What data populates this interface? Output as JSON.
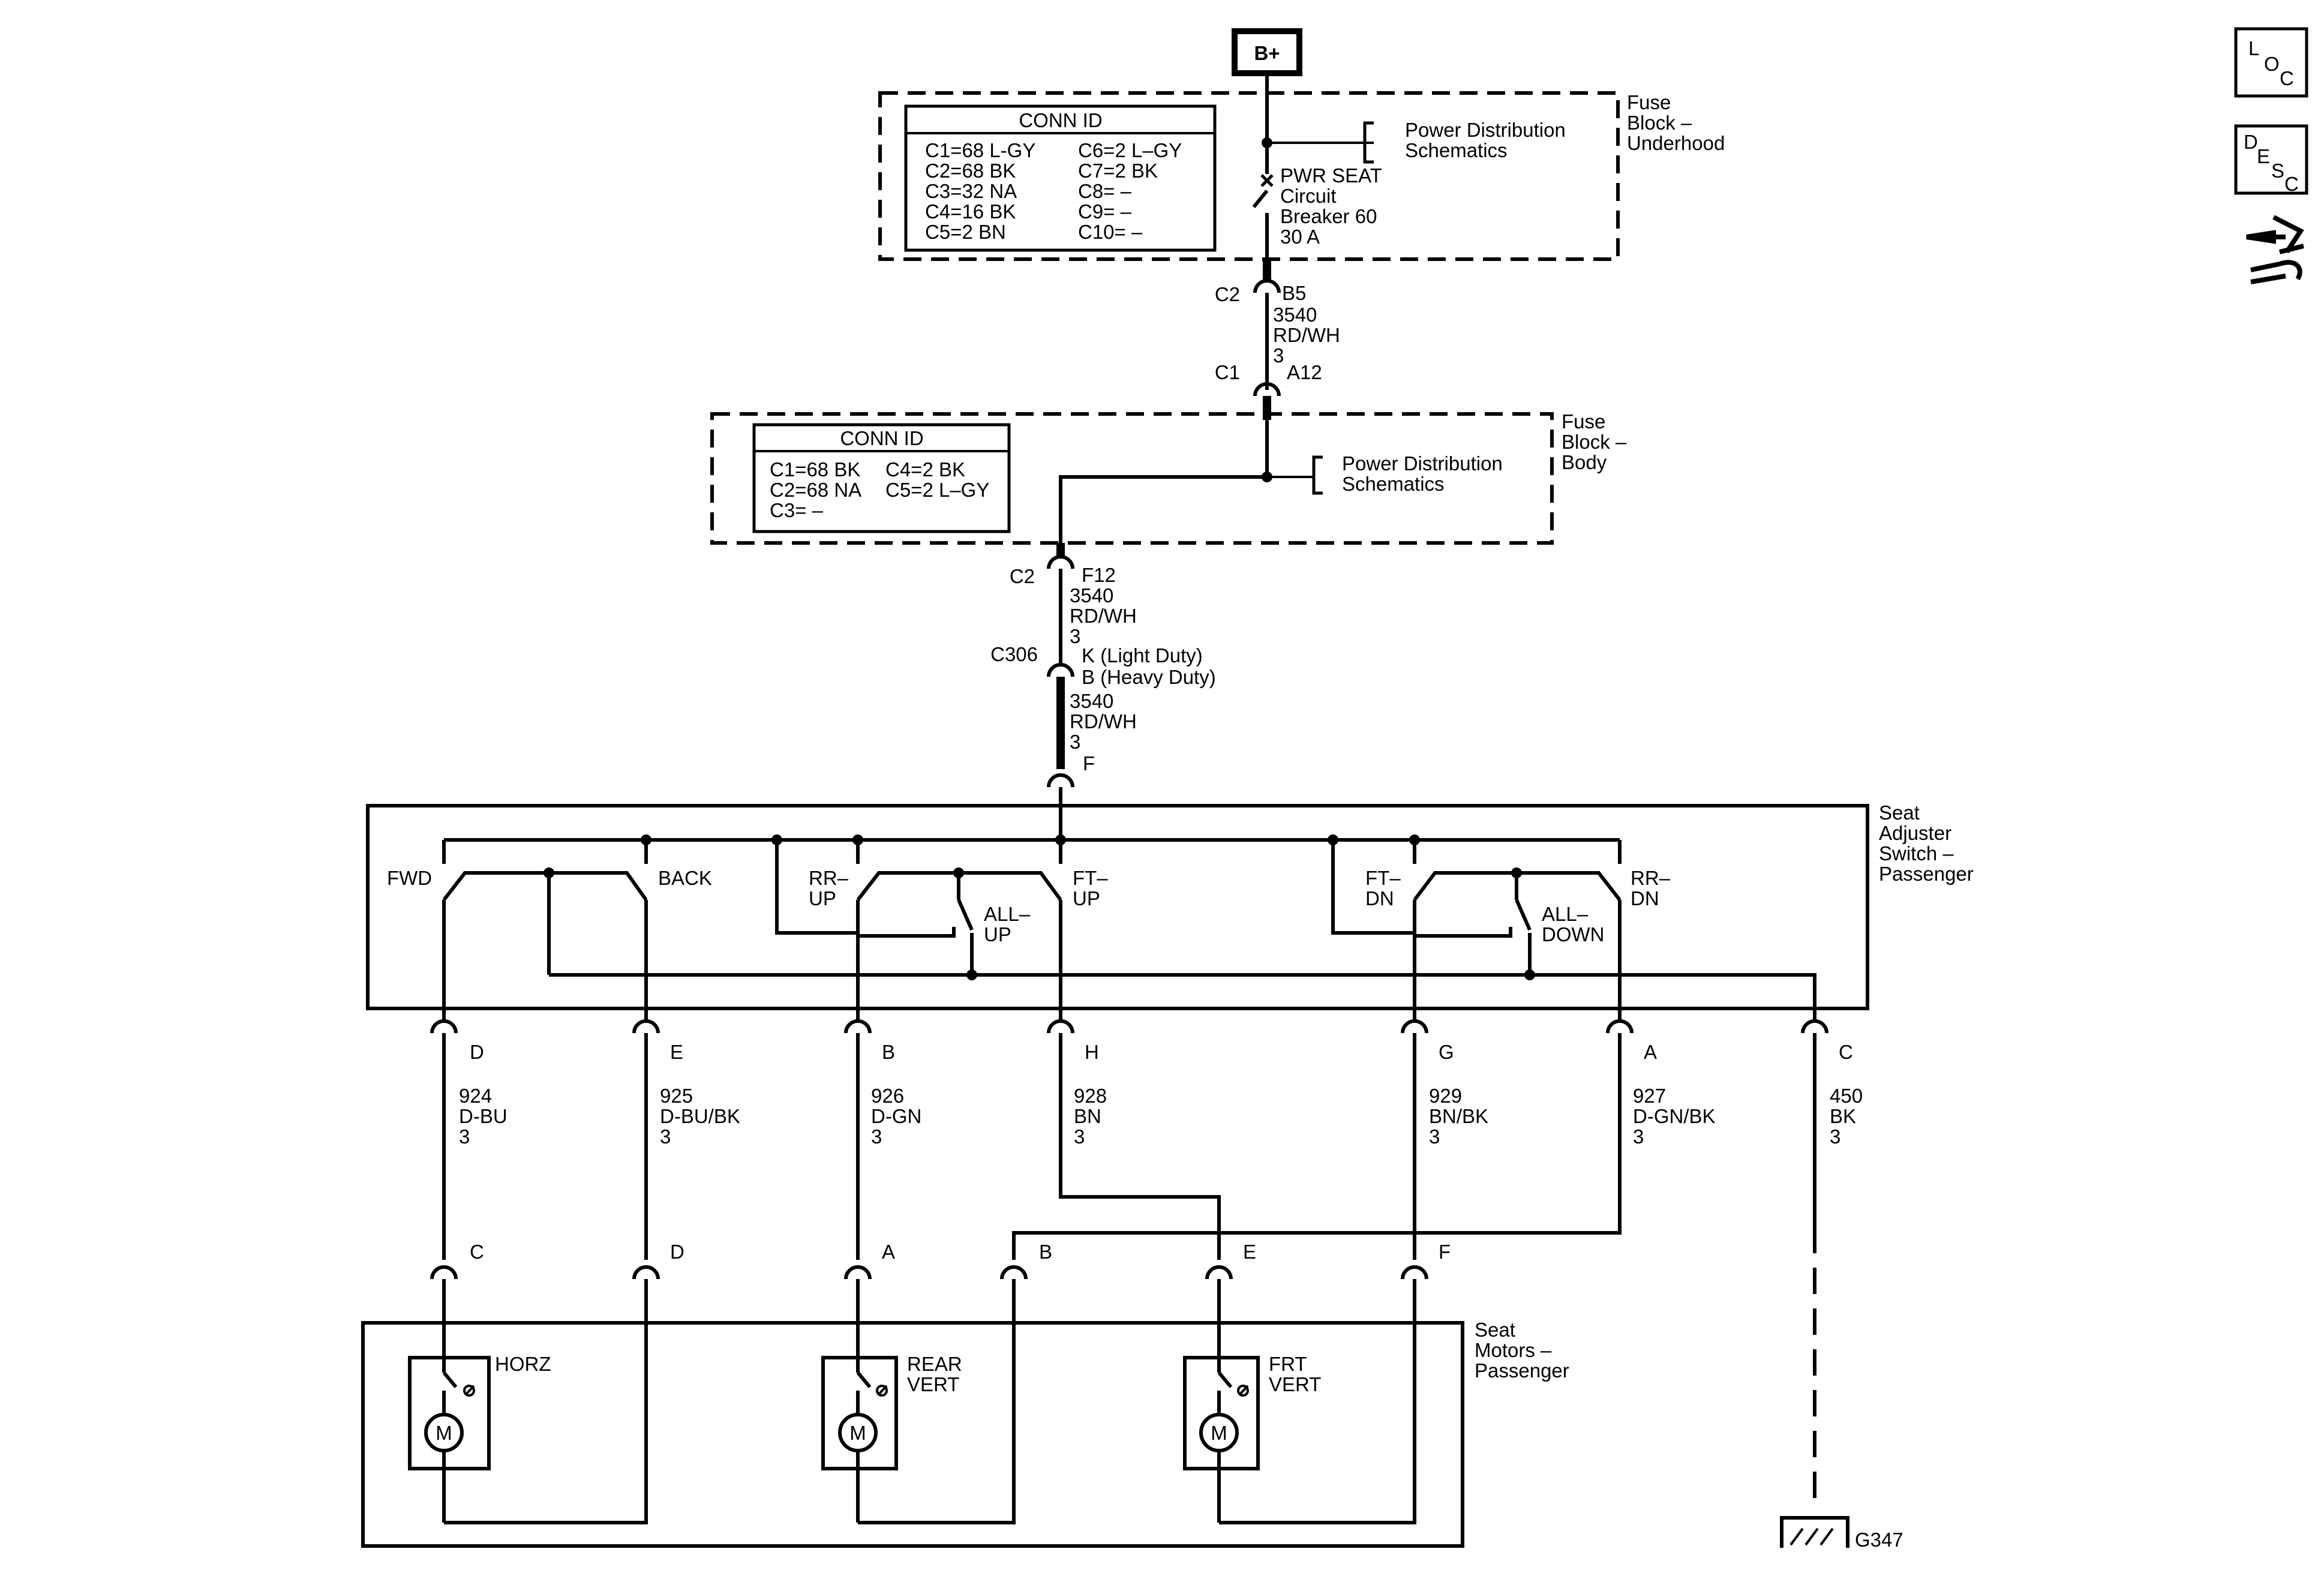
{
  "power_source": "B+",
  "side_icons": {
    "loc_letters": [
      "L",
      "O",
      "C"
    ],
    "desc_letters": [
      "D",
      "E",
      "S",
      "C"
    ],
    "third_icon": "arrows-wrench-icon"
  },
  "fuse_block_underhood": {
    "title": [
      "Fuse",
      "Block –",
      "Underhood"
    ],
    "conn_id_title": "CONN ID",
    "conn_left": [
      "C1=68 L-GY",
      "C2=68 BK",
      "C3=32 NA",
      "C4=16 BK",
      "C5=2 BN"
    ],
    "conn_right": [
      "C6=2 L–GY",
      "C7=2 BK",
      "C8= –",
      "C9= –",
      "C10= –"
    ],
    "power_ref": [
      "Power Distribution",
      "Schematics"
    ],
    "breaker": [
      "PWR SEAT",
      "Circuit",
      "Breaker 60",
      "30 A"
    ]
  },
  "link_underhood_body": {
    "top_conn": "C2",
    "top_pin": "B5",
    "wire": [
      "3540",
      "RD/WH",
      "3"
    ],
    "bottom_conn": "C1",
    "bottom_pin": "A12"
  },
  "fuse_block_body": {
    "title": [
      "Fuse",
      "Block –",
      "Body"
    ],
    "conn_id_title": "CONN ID",
    "conn_left": [
      "C1=68 BK",
      "C2=68 NA",
      "C3= –"
    ],
    "conn_right": [
      "C4=2 BK",
      "C5=2 L–GY"
    ],
    "power_ref": [
      "Power Distribution",
      "Schematics"
    ]
  },
  "link_body_switch": {
    "c2_conn": "C2",
    "c2_pin": "F12",
    "wire1": [
      "3540",
      "RD/WH",
      "3"
    ],
    "c306": "C306",
    "c306_pins": [
      "K (Light Duty)",
      "B (Heavy Duty)"
    ],
    "wire2": [
      "3540",
      "RD/WH",
      "3"
    ],
    "switch_pin": "F"
  },
  "seat_switch": {
    "title": [
      "Seat",
      "Adjuster",
      "Switch –",
      "Passenger"
    ],
    "labels": {
      "fwd": "FWD",
      "back": "BACK",
      "rr_up": [
        "RR–",
        "UP"
      ],
      "all_up": [
        "ALL–",
        "UP"
      ],
      "ft_up": [
        "FT–",
        "UP"
      ],
      "ft_dn": [
        "FT–",
        "DN"
      ],
      "all_down": [
        "ALL–",
        "DOWN"
      ],
      "rr_dn": [
        "RR–",
        "DN"
      ]
    },
    "pins": [
      "D",
      "E",
      "B",
      "H",
      "G",
      "A",
      "C"
    ]
  },
  "wires": [
    {
      "circuit": "924",
      "color": "D-BU",
      "gauge": "3"
    },
    {
      "circuit": "925",
      "color": "D-BU/BK",
      "gauge": "3"
    },
    {
      "circuit": "926",
      "color": "D-GN",
      "gauge": "3"
    },
    {
      "circuit": "928",
      "color": "BN",
      "gauge": "3"
    },
    {
      "circuit": "929",
      "color": "BN/BK",
      "gauge": "3"
    },
    {
      "circuit": "927",
      "color": "D-GN/BK",
      "gauge": "3"
    },
    {
      "circuit": "450",
      "color": "BK",
      "gauge": "3"
    }
  ],
  "seat_motors": {
    "title": [
      "Seat",
      "Motors –",
      "Passenger"
    ],
    "pins": [
      "C",
      "D",
      "A",
      "B",
      "E",
      "F"
    ],
    "motors": [
      {
        "name": [
          "HORZ"
        ],
        "symbol": "M"
      },
      {
        "name": [
          "REAR",
          "VERT"
        ],
        "symbol": "M"
      },
      {
        "name": [
          "FRT",
          "VERT"
        ],
        "symbol": "M"
      }
    ]
  },
  "ground": "G347"
}
